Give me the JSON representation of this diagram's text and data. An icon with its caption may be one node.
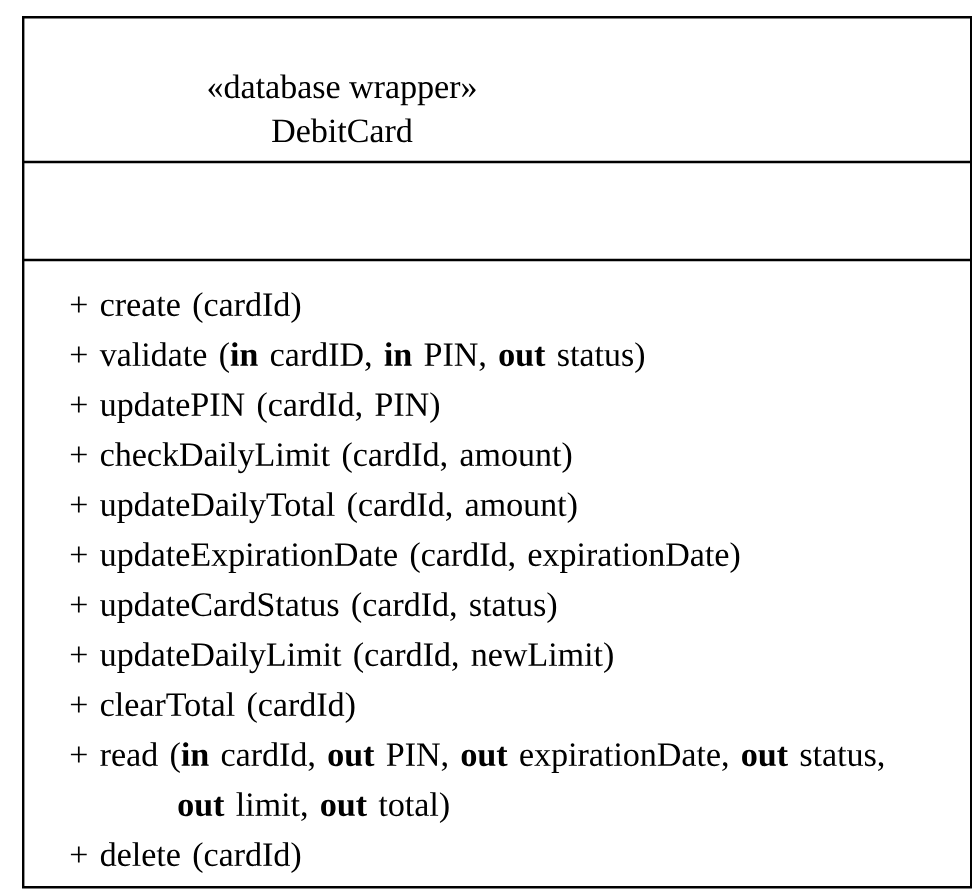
{
  "diagram": {
    "nodes": [
      {
        "text": [
          "«database wrapper»",
          "DebitCard",
          "+ create (cardId)",
          "+ validate (**in** cardID, **in** PIN, **out** status)",
          "+ updatePIN (cardId, PIN)",
          "+ checkDailyLimit (cardId, amount)",
          "+ updateDailyTotal (cardId, amount)",
          "+ updateExpirationDate (cardId, expirationDate)",
          "+ updateCardStatus (cardId, status)",
          "+ updateDailyLimit (cardId, newLimit)",
          "+ clearTotal (cardId)",
          "+ read (**in** cardId, **out** PIN, **out** expirationDate, **out** status, **out** limit, **out** total)",
          "+ delete (cardId)"
        ]
      }
    ]
  }
}
